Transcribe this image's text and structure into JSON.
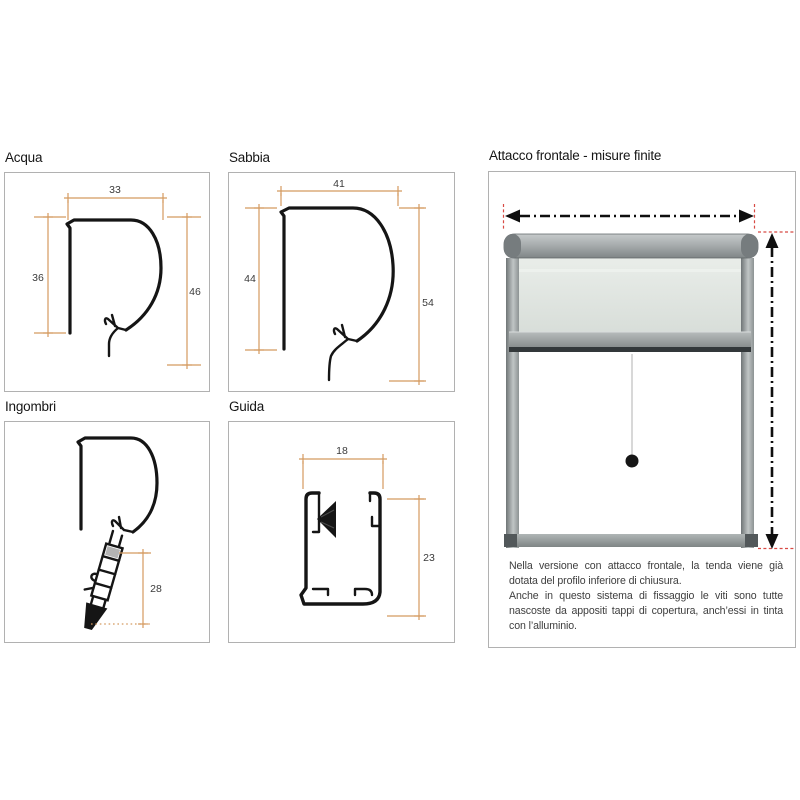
{
  "page": {
    "background": "#ffffff"
  },
  "palette": {
    "panel_border": "#b1b1b1",
    "drawing_stroke": "#151515",
    "dimension_line": "#d49a5f",
    "dimension_text": "#3a3a3a",
    "arrow_black": "#0f0f0f",
    "extension_red": "#d84a44",
    "aluminum_gray": "#9aa0a1",
    "mesh_gray": "#e3e8e4"
  },
  "sections": {
    "acqua": {
      "title": "Acqua",
      "dim_top": "33",
      "dim_left": "36",
      "dim_right": "46"
    },
    "sabbia": {
      "title": "Sabbia",
      "dim_top": "41",
      "dim_left": "44",
      "dim_right": "54"
    },
    "ingombri": {
      "title": "Ingombri",
      "dim_height": "28"
    },
    "guida": {
      "title": "Guida",
      "dim_top": "18",
      "dim_right": "23"
    },
    "attacco": {
      "title": "Attacco frontale - misure finite",
      "paragraphs": [
        "Nella versione con attacco frontale, la tenda viene già dotata del profilo inferiore di chiusura.",
        "Anche in questo sistema di fissaggio le viti sono tutte nascoste da appositi tappi di copertura, anch’essi in tinta con l’alluminio."
      ]
    }
  }
}
